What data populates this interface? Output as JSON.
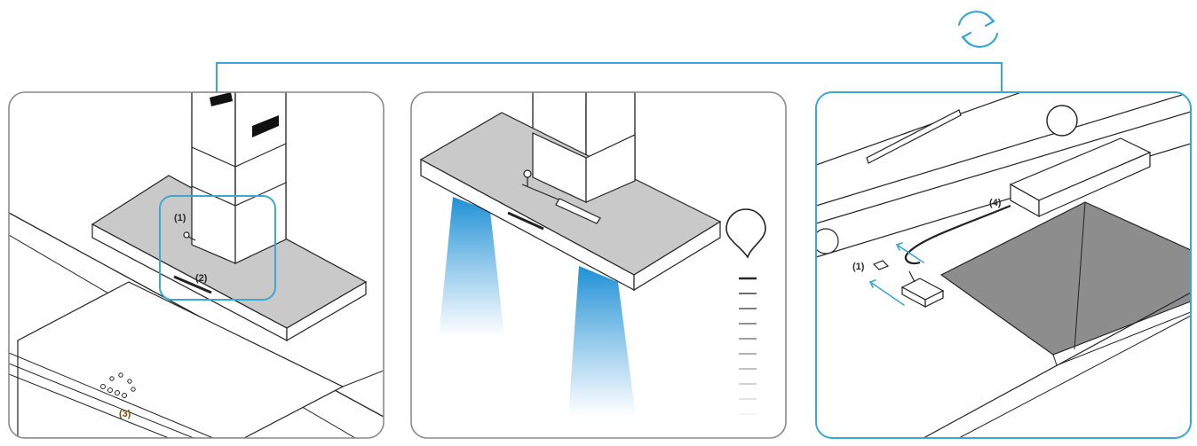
{
  "panels": [
    {
      "id": "panel-1",
      "callouts": [
        "(1)",
        "(2)",
        "(3)"
      ]
    },
    {
      "id": "panel-2",
      "callouts": []
    },
    {
      "id": "panel-3",
      "callouts": [
        "(1)",
        "(4)"
      ]
    }
  ],
  "colors": {
    "accent": "#3aa7d6",
    "frame": "#8a8a8a",
    "hood_surface": "#c9c9c9",
    "light_beam": "#2ea3e0",
    "line": "#222222"
  },
  "icons": [
    "refresh-icon",
    "bulb-icon"
  ],
  "brightness_scale": {
    "steps": 10
  }
}
